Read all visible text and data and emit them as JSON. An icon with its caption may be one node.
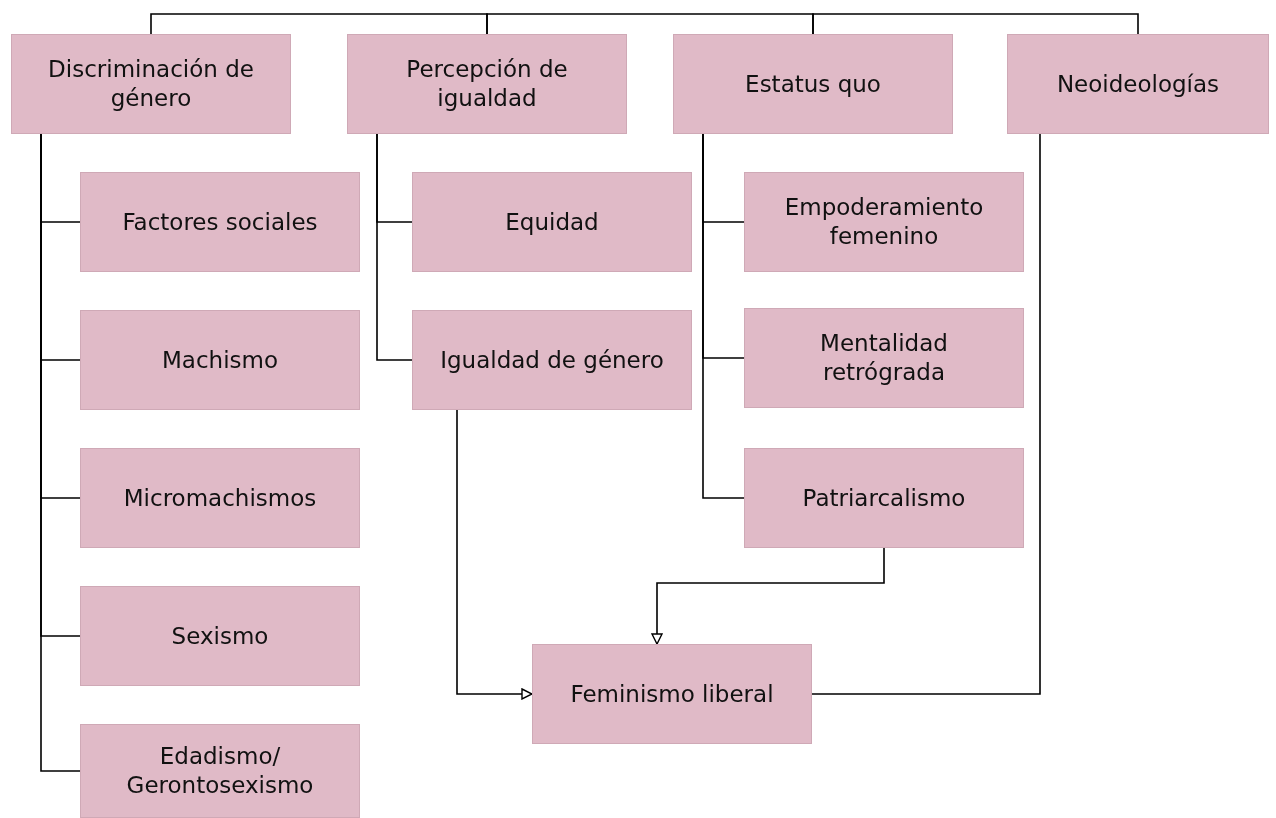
{
  "diagram": {
    "nodes": [
      {
        "text": [
          "Discriminación de género"
        ]
      },
      {
        "text": [
          "Percepción de igualdad"
        ]
      },
      {
        "text": [
          "Estatus quo"
        ]
      },
      {
        "text": [
          "Neoideologías"
        ]
      },
      {
        "text": [
          "Factores sociales"
        ]
      },
      {
        "text": [
          "Machismo"
        ]
      },
      {
        "text": [
          "Micromachismos"
        ]
      },
      {
        "text": [
          "Sexismo"
        ]
      },
      {
        "text": [
          "Edadismo/ Gerontosexismo"
        ]
      },
      {
        "text": [
          "Equidad"
        ]
      },
      {
        "text": [
          "Igualdad de género"
        ]
      },
      {
        "text": [
          "Empoderamiento femenino"
        ]
      },
      {
        "text": [
          "Mentalidad retrógrada"
        ]
      },
      {
        "text": [
          "Patriarcalismo"
        ]
      },
      {
        "text": [
          "Feminismo liberal"
        ]
      }
    ],
    "edges": [
      {
        "from": 0,
        "to": 1,
        "arrow": "none"
      },
      {
        "from": 1,
        "to": 2,
        "arrow": "none"
      },
      {
        "from": 2,
        "to": 3,
        "arrow": "none"
      },
      {
        "from": 0,
        "to": 4,
        "arrow": "none"
      },
      {
        "from": 0,
        "to": 5,
        "arrow": "none"
      },
      {
        "from": 0,
        "to": 6,
        "arrow": "none"
      },
      {
        "from": 0,
        "to": 7,
        "arrow": "none"
      },
      {
        "from": 0,
        "to": 8,
        "arrow": "none"
      },
      {
        "from": 1,
        "to": 9,
        "arrow": "none"
      },
      {
        "from": 1,
        "to": 10,
        "arrow": "none"
      },
      {
        "from": 2,
        "to": 11,
        "arrow": "none"
      },
      {
        "from": 2,
        "to": 12,
        "arrow": "none"
      },
      {
        "from": 2,
        "to": 13,
        "arrow": "none"
      },
      {
        "from": 10,
        "to": 14,
        "arrow": "to"
      },
      {
        "from": 13,
        "to": 14,
        "arrow": "to"
      },
      {
        "from": 3,
        "to": 14,
        "arrow": "none"
      }
    ]
  }
}
